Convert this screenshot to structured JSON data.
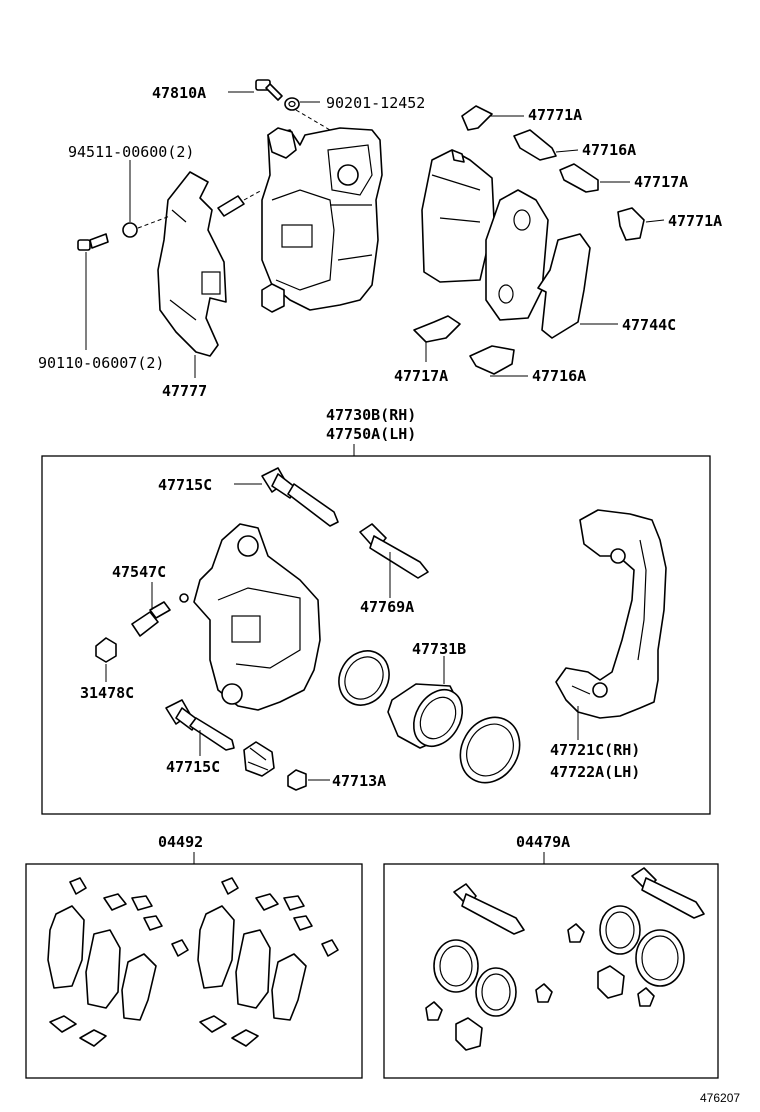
{
  "labels": {
    "p47810A": "47810A",
    "p90201": "90201-12452",
    "p94511": "94511-00600(2)",
    "p90110": "90110-06007(2)",
    "p47777": "47777",
    "p47771A_1": "47771A",
    "p47716A_1": "47716A",
    "p47717A_1": "47717A",
    "p47771A_2": "47771A",
    "p47744C": "47744C",
    "p47717A_2": "47717A",
    "p47716A_2": "47716A",
    "assy_rh": "47730B(RH)",
    "assy_lh": "47750A(LH)",
    "p47715C_1": "47715C",
    "p47769A": "47769A",
    "p47547C": "47547C",
    "p31478C": "31478C",
    "p47731B": "47731B",
    "p47715C_2": "47715C",
    "p47713A": "47713A",
    "p47721C": "47721C(RH)",
    "p47722A": "47722A(LH)",
    "kit_04492": "04492",
    "kit_04479A": "04479A",
    "diagram_no": "476207"
  }
}
